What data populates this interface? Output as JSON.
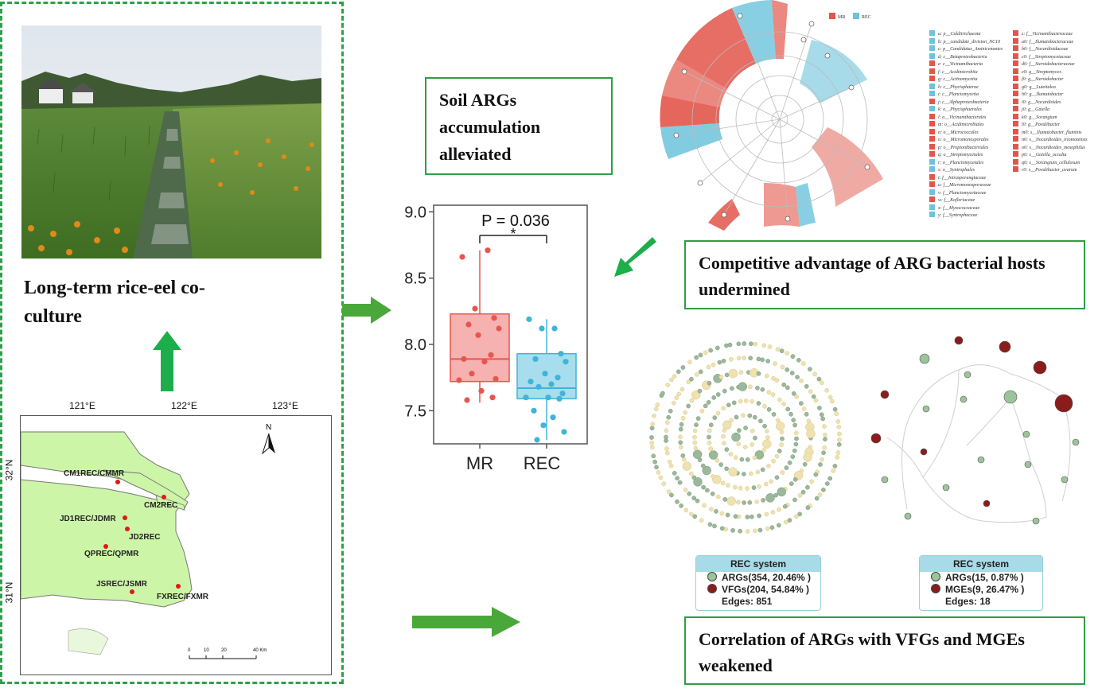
{
  "photo_caption": "Long-term rice-eel co-culture",
  "map": {
    "lon_ticks": [
      "121°E",
      "122°E",
      "123°E"
    ],
    "lat_ticks": [
      "32°N",
      "31°N"
    ],
    "north_label": "N",
    "sites": [
      "CM1REC/CMMR",
      "CM2REC",
      "JD1REC/JDMR",
      "JD2REC",
      "QPREC/QPMR",
      "JSREC/JSMR",
      "FXREC/FXMR"
    ],
    "scale_ticks": [
      "0",
      "10",
      "20",
      "40 Km"
    ],
    "land_color": "#cdf5a8",
    "site_color": "#e01818"
  },
  "result1": "Soil ARGs accumulation alleviated",
  "result2": "Competitive advantage of ARG bacterial hosts undermined",
  "result3": "Correlation of ARGs with VFGs and MGEs weakened",
  "chart_data": {
    "type": "box",
    "categories": [
      "MR",
      "REC"
    ],
    "ylim": [
      7.25,
      9.05
    ],
    "yticks": [
      "7.5",
      "8.0",
      "8.5",
      "9.0"
    ],
    "annotation": "P = 0.036",
    "significance": "*",
    "colors": {
      "MR": "#e8554f",
      "REC": "#3eb4d8"
    },
    "series": [
      {
        "name": "MR",
        "q1": 7.72,
        "median": 7.89,
        "q3": 8.23,
        "whisker_low": 7.56,
        "whisker_high": 8.71,
        "points": [
          8.66,
          8.71,
          8.27,
          8.2,
          8.15,
          8.12,
          8.07,
          7.92,
          7.89,
          7.87,
          7.78,
          7.74,
          7.73,
          7.65,
          7.6,
          7.58
        ]
      },
      {
        "name": "REC",
        "q1": 7.59,
        "median": 7.67,
        "q3": 7.93,
        "whisker_low": 7.28,
        "whisker_high": 8.19,
        "points": [
          8.19,
          8.12,
          8.12,
          7.93,
          7.89,
          7.87,
          7.78,
          7.75,
          7.72,
          7.7,
          7.68,
          7.63,
          7.6,
          7.6,
          7.59,
          7.5,
          7.45,
          7.39,
          7.34,
          7.28
        ]
      }
    ]
  },
  "cladogram": {
    "legend": [
      "MR",
      "REC"
    ],
    "colors": {
      "MR": "#e2554a",
      "REC": "#6cc3dc"
    },
    "taxa_col1": [
      {
        "label": "a: p__Calditrichaeota",
        "group": "REC"
      },
      {
        "label": "b: p__candidate_division_NC10",
        "group": "REC"
      },
      {
        "label": "c: p__Candidatus_Aminicenantes",
        "group": "REC"
      },
      {
        "label": "d: c__Betaproteobacteria",
        "group": "REC"
      },
      {
        "label": "e: c__Vicinamibacteria",
        "group": "MR"
      },
      {
        "label": "f: c__Acidimicrobiia",
        "group": "MR"
      },
      {
        "label": "g: c__Actinomycetia",
        "group": "MR"
      },
      {
        "label": "h: c__Phycisphaerae",
        "group": "REC"
      },
      {
        "label": "i: c__Planctomycetia",
        "group": "REC"
      },
      {
        "label": "j: c__Alphaproteobacteria",
        "group": "MR"
      },
      {
        "label": "k: o__Phycisphaerales",
        "group": "REC"
      },
      {
        "label": "l: o__Vicinamibacterales",
        "group": "MR"
      },
      {
        "label": "m: o__Acidimicrobiales",
        "group": "MR"
      },
      {
        "label": "n: o__Micrococcales",
        "group": "MR"
      },
      {
        "label": "o: o__Micromonosporales",
        "group": "MR"
      },
      {
        "label": "p: o__Propionibacteriales",
        "group": "MR"
      },
      {
        "label": "q: o__Streptomycetales",
        "group": "MR"
      },
      {
        "label": "r: o__Planctomycetales",
        "group": "REC"
      },
      {
        "label": "s: o__Syntrophales",
        "group": "REC"
      },
      {
        "label": "t: f__Intrasporangiaceae",
        "group": "MR"
      },
      {
        "label": "u: f__Micromonosporaceae",
        "group": "MR"
      },
      {
        "label": "v: f__Planctomycetaceae",
        "group": "REC"
      },
      {
        "label": "w: f__Kofleriaceae",
        "group": "MR"
      },
      {
        "label": "x: f__Myxococcaceae",
        "group": "REC"
      },
      {
        "label": "y: f__Syntrophaceae",
        "group": "REC"
      }
    ],
    "taxa_col2": [
      {
        "label": "z: f__Vicinamibacteraceae",
        "group": "MR"
      },
      {
        "label": "a0: f__Ilumatobacteraceae",
        "group": "MR"
      },
      {
        "label": "b0: f__Nocardioidaceae",
        "group": "MR"
      },
      {
        "label": "c0: f__Streptomycetaceae",
        "group": "MR"
      },
      {
        "label": "d0: f__Steroidobacteraceae",
        "group": "MR"
      },
      {
        "label": "e0: g__Streptomyces",
        "group": "MR"
      },
      {
        "label": "f0: g__Steroidobacter",
        "group": "MR"
      },
      {
        "label": "g0: g__Luteitalea",
        "group": "MR"
      },
      {
        "label": "h0: g__Ilumatobacter",
        "group": "MR"
      },
      {
        "label": "i0: g__Nocardioides",
        "group": "MR"
      },
      {
        "label": "j0: g__Gaiella",
        "group": "MR"
      },
      {
        "label": "k0: g__Sorangium",
        "group": "MR"
      },
      {
        "label": "l0: g__Povalibacter",
        "group": "MR"
      },
      {
        "label": "m0: s__Ilumatobacter_fluminis",
        "group": "MR"
      },
      {
        "label": "n0: s__Nocardioides_iriomotensis",
        "group": "MR"
      },
      {
        "label": "o0: s__Nocardioides_mesophilus",
        "group": "MR"
      },
      {
        "label": "p0: s__Gaiella_occulta",
        "group": "MR"
      },
      {
        "label": "q0: s__Sorangium_cellulosum",
        "group": "MR"
      },
      {
        "label": "r0: s__Povalibacter_uvarum",
        "group": "MR"
      }
    ]
  },
  "network1": {
    "title": "REC system",
    "items": [
      {
        "label": "ARGs(354, 20.46% )",
        "color": "#9cc49a"
      },
      {
        "label": "VFGs(204, 54.84% )",
        "color": "#8a1c1c"
      }
    ],
    "edges": "Edges: 851"
  },
  "network2": {
    "title": "REC system",
    "items": [
      {
        "label": "ARGs(15, 0.87% )",
        "color": "#9cc49a"
      },
      {
        "label": "MGEs(9, 26.47% )",
        "color": "#8a1c1c"
      }
    ],
    "edges": "Edges: 18"
  }
}
